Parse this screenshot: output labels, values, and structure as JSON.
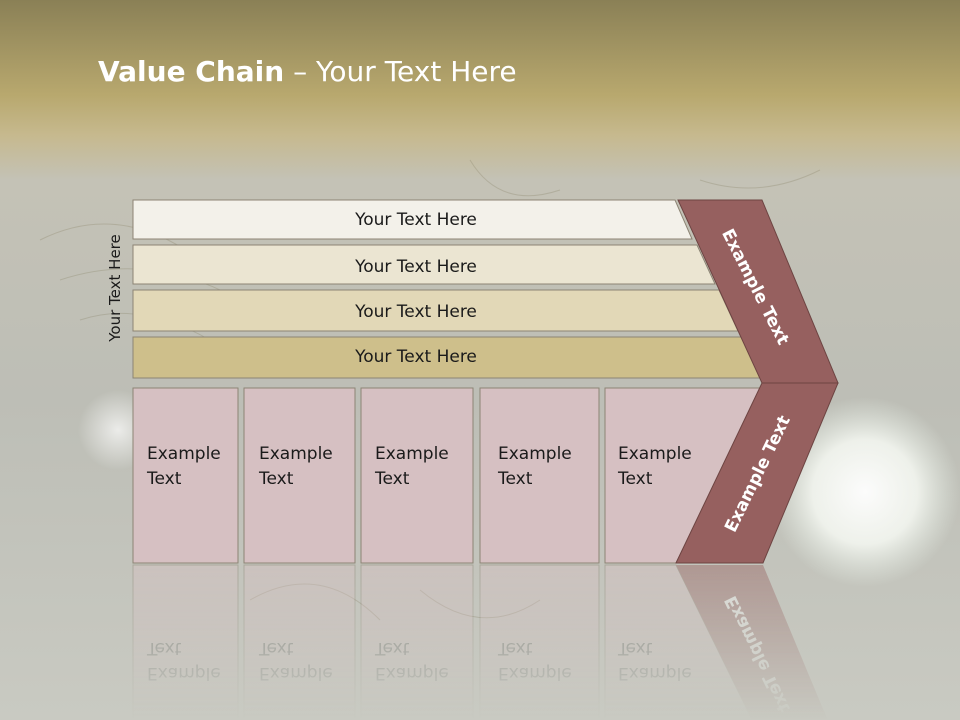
{
  "title": {
    "bold": "Value Chain",
    "rest": " – Your Text Here"
  },
  "side_label": "Your Text Here",
  "support_bars": [
    "Your Text Here",
    "Your Text Here",
    "Your Text Here",
    "Your Text Here"
  ],
  "chevron_labels": [
    "Example Text",
    "Example Text"
  ],
  "primary_boxes": [
    [
      "Example",
      "Text"
    ],
    [
      "Example",
      "Text"
    ],
    [
      "Example",
      "Text"
    ],
    [
      "Example",
      "Text"
    ],
    [
      "Example",
      "Text"
    ]
  ],
  "colors": {
    "bar_fills": [
      "#f3f1ea",
      "#ebe5d2",
      "#e2d8b7",
      "#cebf8b"
    ],
    "box_fill": "#d6c0c2",
    "chevron_fill": "#96605f",
    "title_text": "#ffffff"
  }
}
